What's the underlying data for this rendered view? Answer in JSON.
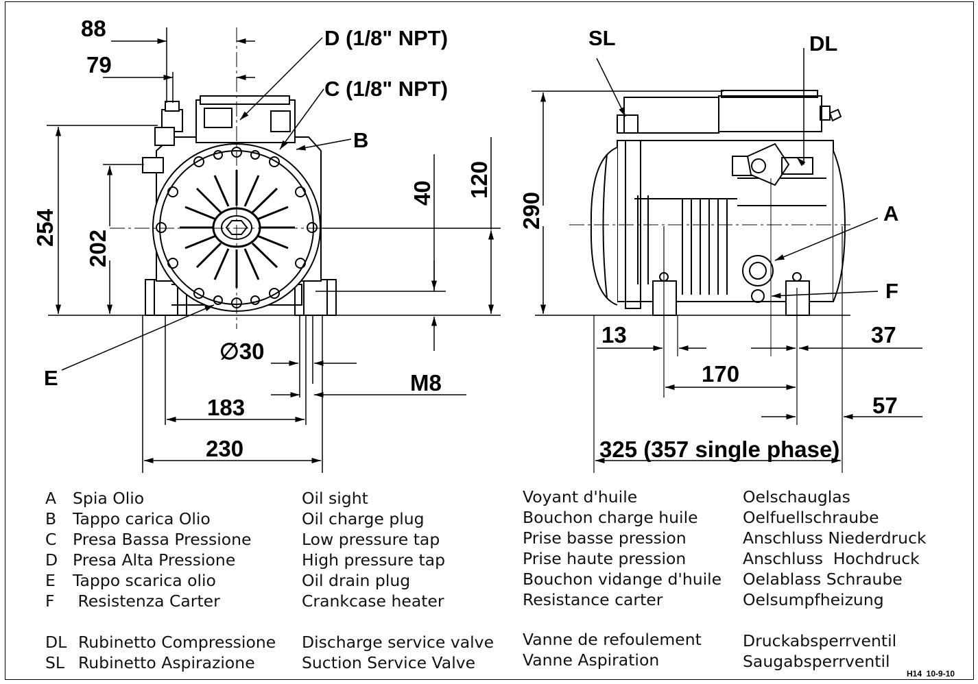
{
  "dimensions": {
    "front": {
      "d88": "88",
      "d79": "79",
      "d254": "254",
      "d202": "202",
      "d40": "40",
      "d120": "120",
      "d30": "∅30",
      "dM8": "M8",
      "d183": "183",
      "d230": "230"
    },
    "side": {
      "d290": "290",
      "d13": "13",
      "d37": "37",
      "d170": "170",
      "d57": "57",
      "d325": "325 (357 single phase)"
    }
  },
  "callouts": {
    "D": "D (1/8\" NPT)",
    "C": "C (1/8\" NPT)",
    "B": "B",
    "E": "E",
    "SL": "SL",
    "DL": "DL",
    "A": "A",
    "F": "F"
  },
  "legend": {
    "italian": [
      {
        "code": "A",
        "text": "Spia Olio"
      },
      {
        "code": "B",
        "text": "Tappo carica Olio"
      },
      {
        "code": "C",
        "text": "Presa Bassa Pressione"
      },
      {
        "code": "D",
        "text": "Presa Alta Pressione"
      },
      {
        "code": "E",
        "text": "Tappo scarica olio"
      },
      {
        "code": "F",
        "text": " Resistenza Carter"
      }
    ],
    "italian_valves": [
      {
        "code": "DL",
        "text": "Rubinetto Compressione"
      },
      {
        "code": "SL",
        "text": "Rubinetto Aspirazione"
      }
    ],
    "english": [
      "Oil sight",
      "Oil charge plug",
      "Low pressure tap",
      "High pressure tap",
      "Oil drain plug",
      "Crankcase heater"
    ],
    "english_valves": [
      "Discharge service valve",
      "Suction Service Valve"
    ],
    "french": [
      "Voyant d'huile",
      "Bouchon charge huile",
      "Prise basse pression",
      "Prise haute pression",
      "Bouchon vidange d'huile",
      "Resistance carter"
    ],
    "french_valves": [
      "Vanne de refoulement",
      "Vanne Aspiration"
    ],
    "german": [
      "Oelschauglas",
      "Oelfuellschraube",
      "Anschluss Niederdruck",
      "Anschluss  Hochdruck",
      "Oelablass Schraube",
      "Oelsumpfheizung"
    ],
    "german_valves": [
      "Druckabsperrventil",
      "Saugabsperrventil"
    ]
  },
  "doc_ref": "H14  10-9-10"
}
